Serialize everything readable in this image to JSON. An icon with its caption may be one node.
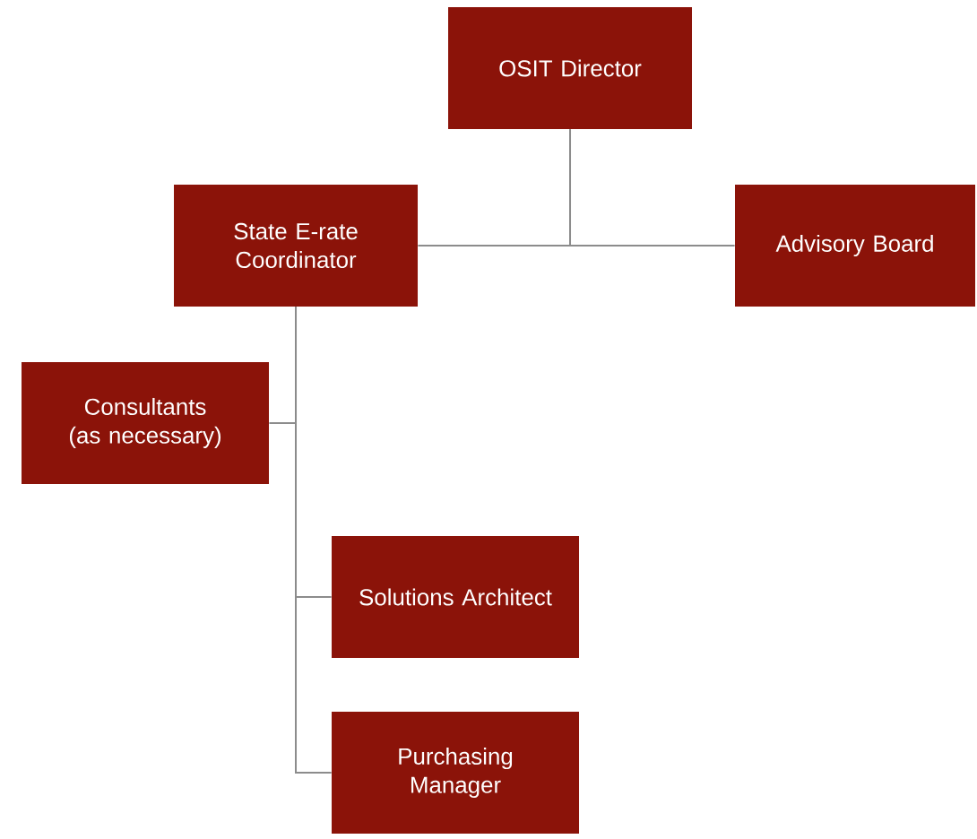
{
  "diagram": {
    "nodes": [
      {
        "text": [
          "OSIT Director"
        ]
      },
      {
        "text": [
          "State E-rate Coordinator"
        ]
      },
      {
        "text": [
          "Advisory Board"
        ]
      },
      {
        "text": [
          "Consultants (as necessary)"
        ]
      },
      {
        "text": [
          "Solutions Architect"
        ]
      },
      {
        "text": [
          "Purchasing Manager"
        ]
      }
    ],
    "edges": [
      {
        "from": 0,
        "to": 1,
        "arrow": "none"
      },
      {
        "from": 0,
        "to": 2,
        "arrow": "none"
      },
      {
        "from": 1,
        "to": 3,
        "arrow": "none"
      },
      {
        "from": 1,
        "to": 4,
        "arrow": "none"
      },
      {
        "from": 1,
        "to": 5,
        "arrow": "none"
      }
    ]
  }
}
